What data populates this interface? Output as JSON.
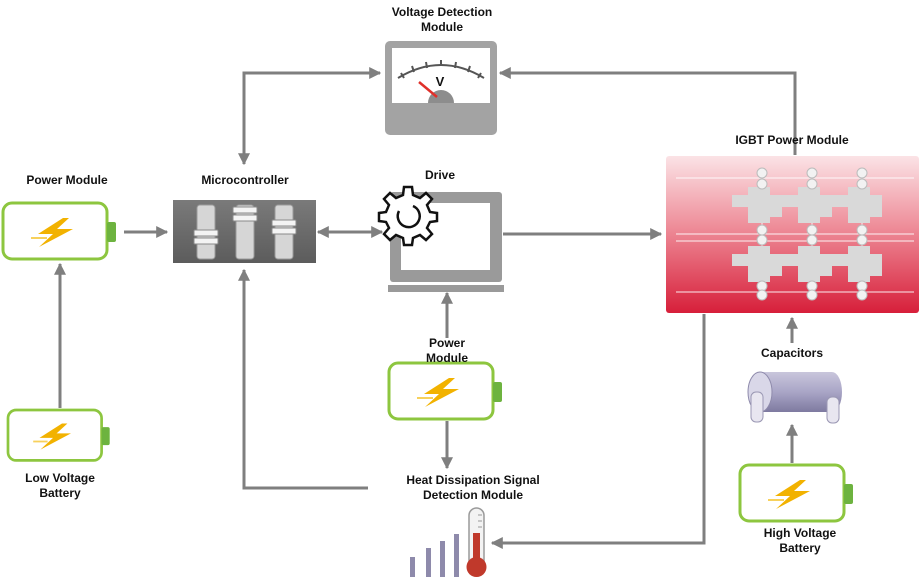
{
  "labels": {
    "voltage_detection": "Voltage Detection Module",
    "power_module_left": "Power Module",
    "microcontroller": "Microcontroller",
    "drive": "Drive",
    "igbt": "IGBT Power Module",
    "power_module_center": "Power Module",
    "capacitors": "Capacitors",
    "low_voltage_battery": "Low Voltage Battery",
    "heat_dissipation": "Heat Dissipation Signal Detection Module",
    "high_voltage_battery": "High Voltage Battery"
  },
  "gauge": {
    "unit": "V"
  },
  "colors": {
    "arrow": "#7f7f7f",
    "battery_border": "#8dc63f",
    "bolt": "#f2b200",
    "igbt_top": "#f8d7db",
    "igbt_bottom": "#d71f3a",
    "microcontroller": "#6b6b6b",
    "thermometer": "#c0392b"
  }
}
